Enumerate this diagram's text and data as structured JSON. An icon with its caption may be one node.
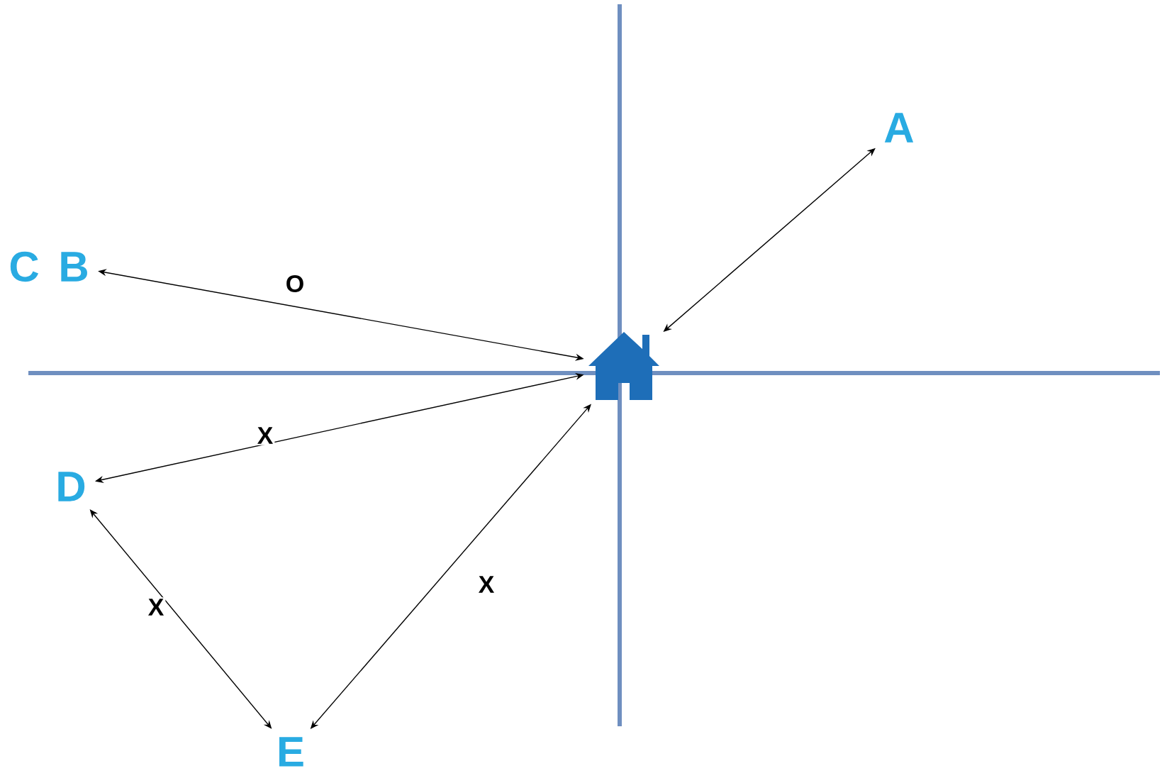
{
  "diagram": {
    "nodes": [
      {
        "text": [
          "A"
        ]
      },
      {
        "text": [
          "B"
        ]
      },
      {
        "text": [],
        "shape": "house"
      },
      {
        "text": [
          "D"
        ]
      },
      {
        "text": [
          "E"
        ]
      }
    ],
    "edges": [
      {
        "from": 1,
        "to": 2,
        "arrow": "both",
        "label": "O"
      },
      {
        "from": 0,
        "to": 2,
        "arrow": "both"
      },
      {
        "from": 3,
        "to": 2,
        "arrow": "both",
        "label": "X"
      },
      {
        "from": 3,
        "to": 4,
        "arrow": "both",
        "label": "X"
      },
      {
        "from": 4,
        "to": 2,
        "arrow": "both",
        "label": "X"
      }
    ],
    "labels": [
      "C"
    ]
  }
}
